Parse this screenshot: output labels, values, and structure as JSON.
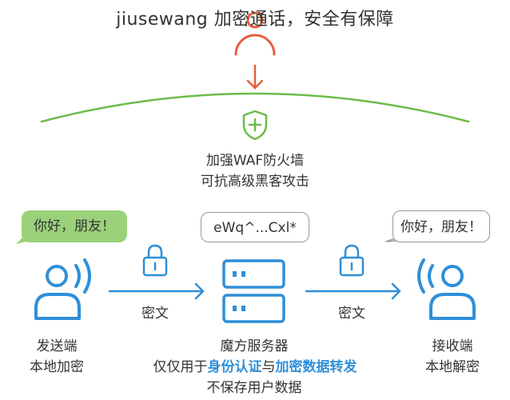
{
  "title": "jiusewang 加密通话，安全有保障",
  "waf": {
    "line1": "加强WAF防火墙",
    "line2": "可抗高级黑客攻击"
  },
  "bubbles": {
    "left": "你好，朋友！",
    "cipher": "eWq^...Cxl*",
    "right": "你好，朋友！"
  },
  "links": {
    "left": "密文",
    "right": "密文"
  },
  "sender": {
    "line1": "发送端",
    "line2": "本地加密"
  },
  "server": {
    "name": "魔方服务器",
    "desc_prefix": "仅仅用于",
    "desc_auth": "身份认证",
    "desc_and": "与",
    "desc_forward": "加密数据转发",
    "desc_line2": "不保存用户数据"
  },
  "receiver": {
    "line1": "接收端",
    "line2": "本地解密"
  },
  "icons": {
    "attacker": "arc-head-icon",
    "attack_arrow": "arrow-down-icon",
    "shield": "shield-plus-icon",
    "lock": "lock-icon",
    "server": "server-icon",
    "user": "user-signal-icon"
  },
  "colors": {
    "red": "#e5603b",
    "green": "#6cbc4b",
    "blue": "#2f8fd8",
    "bubble_green": "#9bd17a"
  }
}
